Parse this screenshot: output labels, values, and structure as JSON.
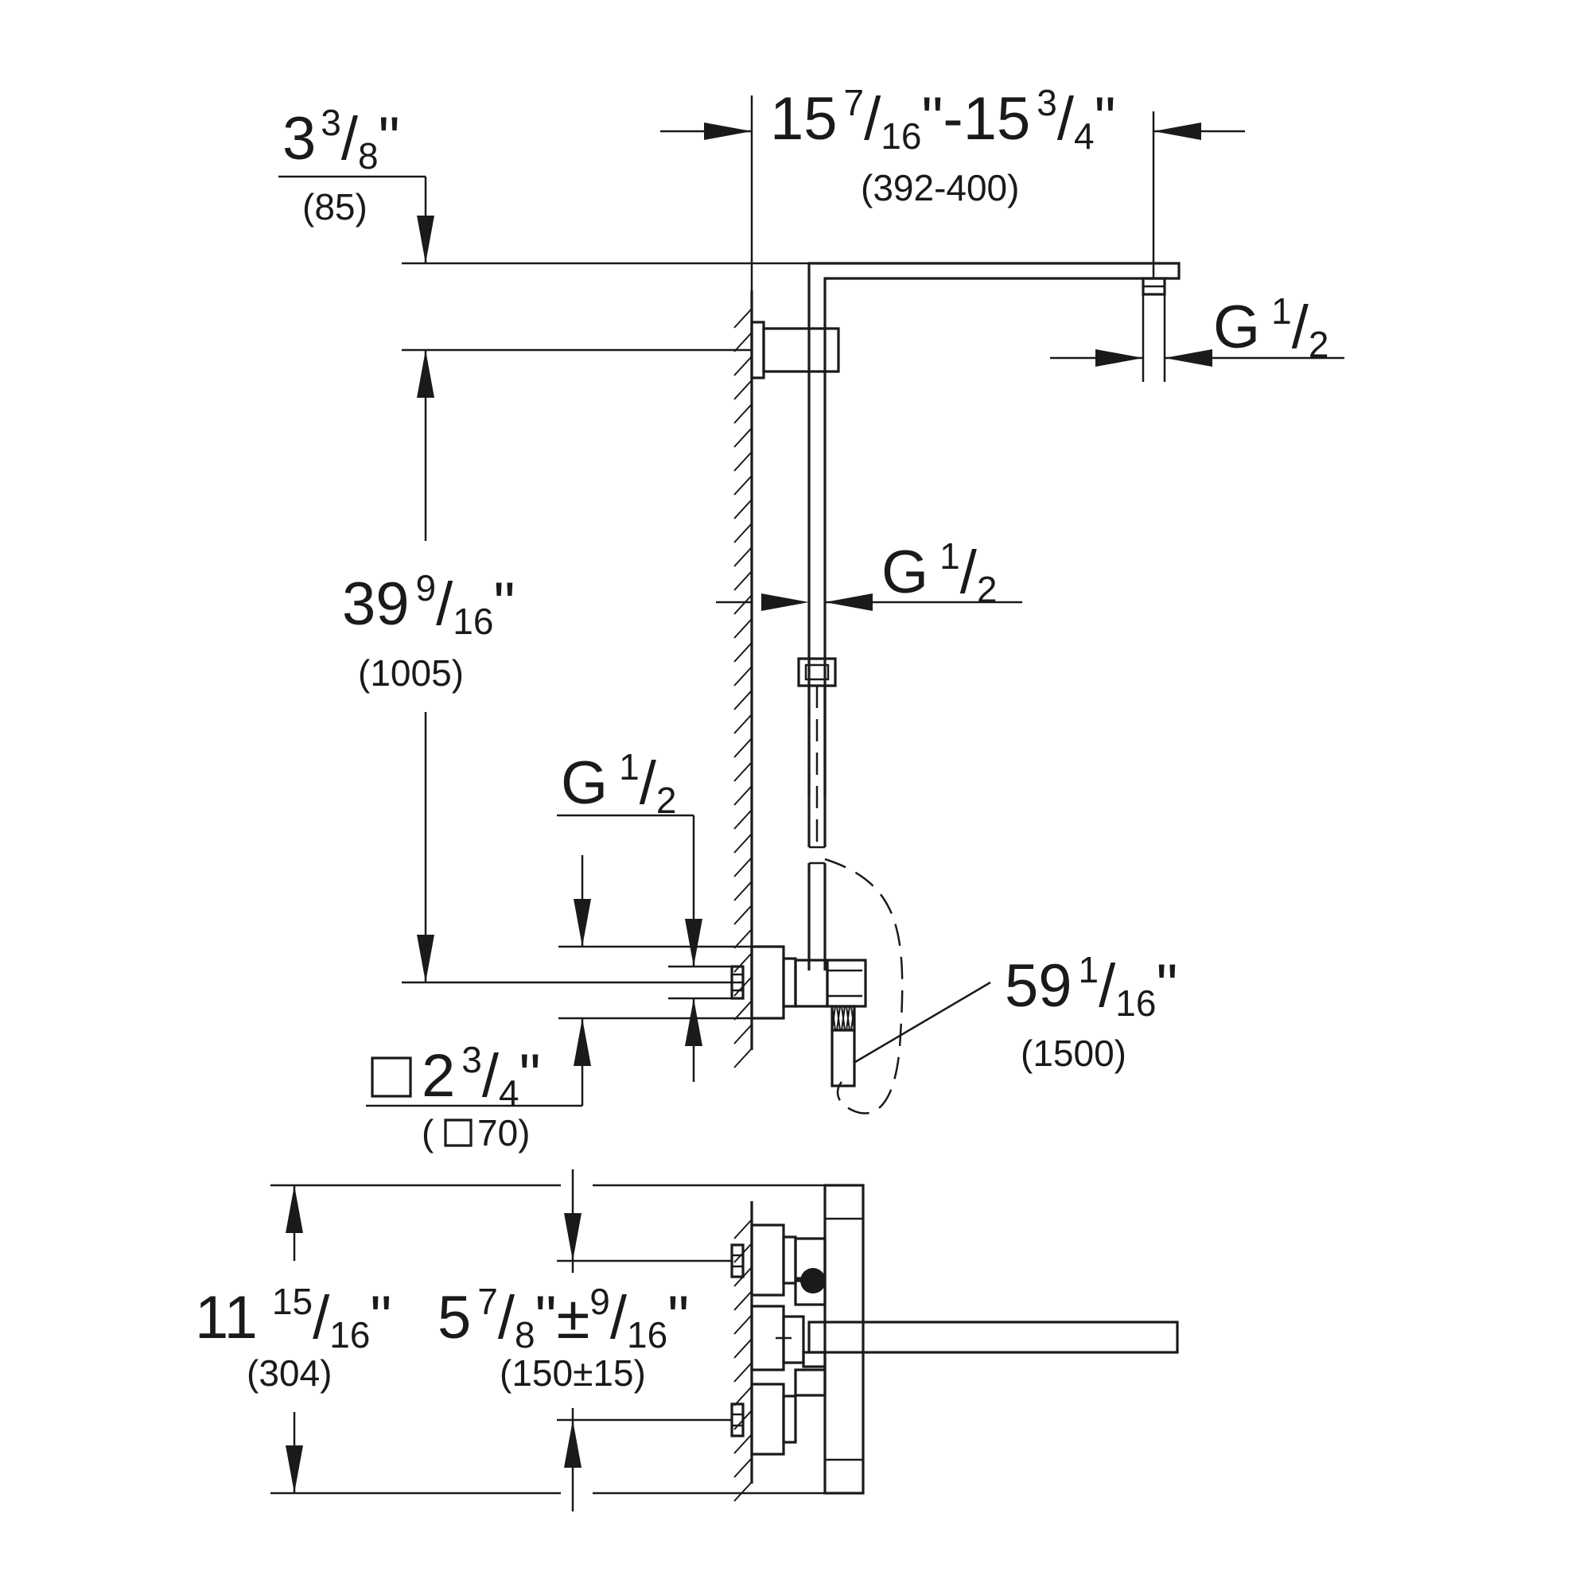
{
  "dims": {
    "top_width": {
      "whole": "15",
      "num": "7",
      "den": "16",
      "sep": "\"-",
      "whole2": "15",
      "num2": "3",
      "den2": "4",
      "tail": "\"",
      "metric": "(392-400)"
    },
    "offset_top": {
      "whole": "3",
      "num": "3",
      "den": "8",
      "tail": "\"",
      "metric": "(85)"
    },
    "thread_head": {
      "g": "G",
      "num": "1",
      "den": "2"
    },
    "thread_rail": {
      "g": "G",
      "num": "1",
      "den": "2"
    },
    "thread_inlet": {
      "g": "G",
      "num": "1",
      "den": "2"
    },
    "rail_height": {
      "whole": "39",
      "num": "9",
      "den": "16",
      "tail": "\"",
      "metric": "(1005)"
    },
    "hose_length": {
      "whole": "59",
      "num": "1",
      "den": "16",
      "tail": "\"",
      "metric": "(1500)"
    },
    "flange_square": {
      "whole": "2",
      "num": "3",
      "den": "4",
      "tail": "\"",
      "metric_open": "(",
      "metric_value": "70)"
    },
    "bottom_height": {
      "whole": "11",
      "num": "15",
      "den": "16",
      "tail": "\"",
      "metric": "(304)"
    },
    "center_distance": {
      "whole": "5",
      "num": "7",
      "den": "8",
      "mid": "\"±",
      "num2": "9",
      "den2": "16",
      "tail": "\"",
      "metric": "(150±15)"
    }
  },
  "colors": {
    "line": "#1a1a1a",
    "background": "#ffffff"
  }
}
